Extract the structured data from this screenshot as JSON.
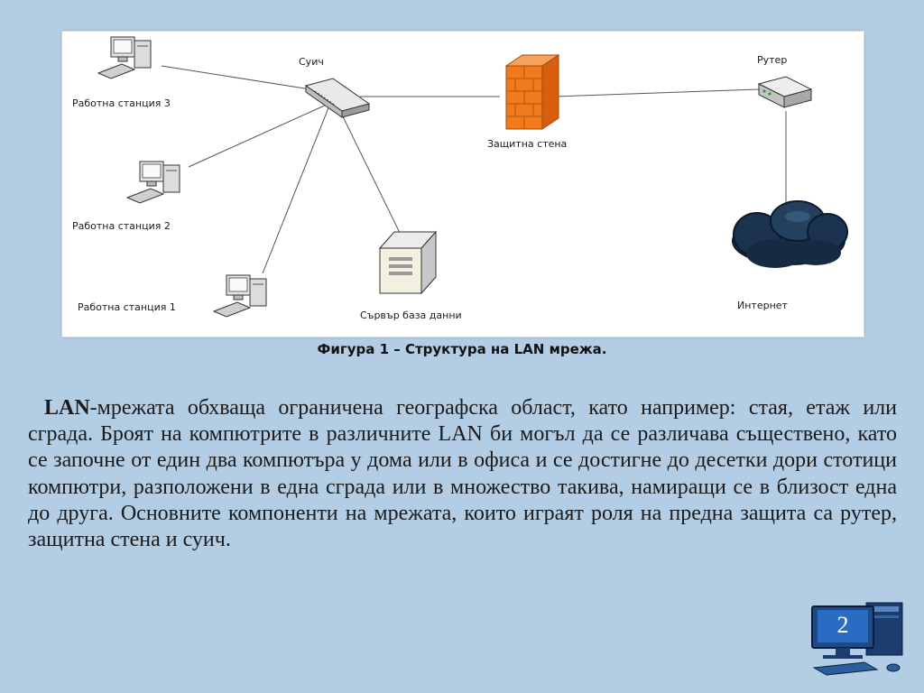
{
  "diagram": {
    "nodes": {
      "workstation3": "Работна станция 3",
      "workstation2": "Работна станция 2",
      "workstation1": "Работна станция 1",
      "switch": "Суич",
      "firewall": "Защитна стена",
      "router": "Рутер",
      "database_server": "Сървър база данни",
      "internet": "Интернет"
    }
  },
  "caption": "Фигура 1 – Структура на LAN мрежа.",
  "body": {
    "lead": "LAN",
    "text": "-мрежата обхваща ограничена географска област, като например: стая, етаж или сграда. Броят на компютрите в различните LAN би могъл да се различава съществено, като се започне от един два компютъра у дома или в офиса и се достигне до десетки дори стотици компютри, разположени в една сграда или в множество такива, намиращи се в близост една до друга. Основните компоненти на мрежата, които играят роля на предна защита са рутер, защитна стена и суич."
  },
  "slide_number": "2",
  "colors": {
    "background": "#b3cde4",
    "firewall": "#f07a1c",
    "cloud": "#1c3350",
    "badge_screen": "#2a6cc4"
  }
}
